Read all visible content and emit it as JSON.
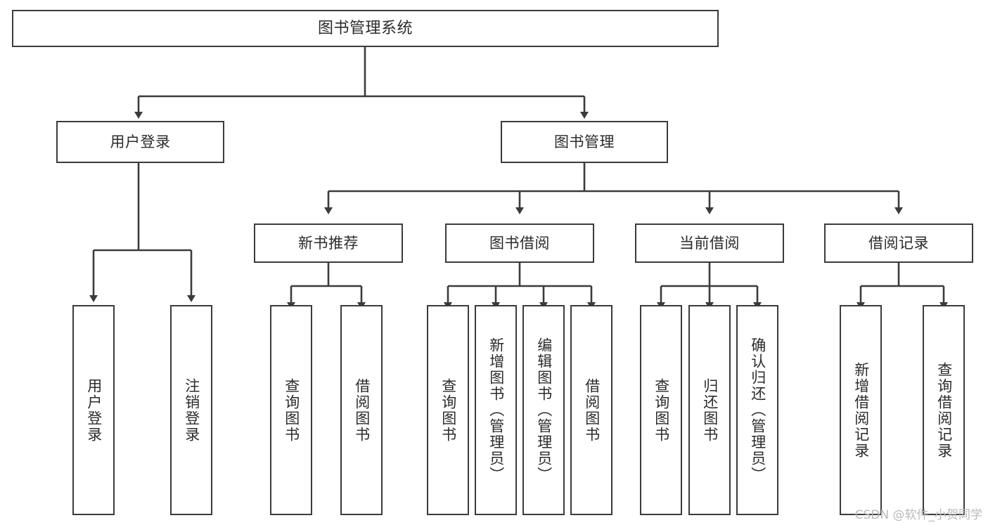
{
  "diagram": {
    "title": "图书管理系统",
    "watermark": "CSDN @软件_小贺同学",
    "line_color": "#3b3b3b",
    "text_color": "#2b2b2b",
    "background": "#ffffff",
    "nodes": {
      "root": "图书管理系统",
      "level1": {
        "user_login": "用户登录",
        "book_manage": "图书管理"
      },
      "level2": {
        "new_book_recommend": "新书推荐",
        "book_borrow": "图书借阅",
        "current_borrow": "当前借阅",
        "borrow_record": "借阅记录"
      },
      "leaves": {
        "user_login_leaf": "用户登录",
        "logout_leaf": "注销登录",
        "query_book_recommend": "查询图书",
        "borrow_book_recommend": "借阅图书",
        "query_book_borrow": "查询图书",
        "add_book_admin": "新增图书（管理员）",
        "edit_book_admin": "编辑图书（管理员）",
        "borrow_book_borrow": "借阅图书",
        "query_book_current": "查询图书",
        "return_book": "归还图书",
        "confirm_return_admin": "确认归还（管理员）",
        "add_borrow_record": "新增借阅记录",
        "query_borrow_record": "查询借阅记录"
      }
    }
  }
}
